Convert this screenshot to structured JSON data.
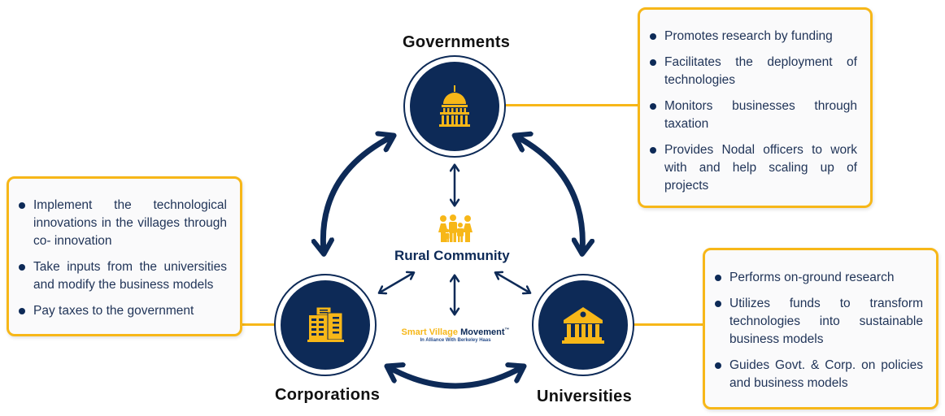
{
  "colors": {
    "navy": "#0d2a57",
    "gold": "#f7b718",
    "box_bg": "#fafafb",
    "text": "#1f3357"
  },
  "nodes": {
    "governments": {
      "label": "Governments",
      "icon": "capitol-building-icon"
    },
    "corporations": {
      "label": "Corporations",
      "icon": "office-buildings-icon"
    },
    "universities": {
      "label": "Universities",
      "icon": "university-columns-icon"
    }
  },
  "center": {
    "label": "Rural Community",
    "icon": "family-icon",
    "brand": {
      "part1": "Smart Village",
      "part2": "Movement",
      "trademark": "™",
      "tagline": "In Alliance With Berkeley Haas"
    }
  },
  "boxes": {
    "governments": {
      "items": [
        "Promotes research by funding",
        "Facilitates the deployment of technologies",
        "Monitors businesses through taxation",
        "Provides Nodal officers to work with and help scaling up of projects"
      ]
    },
    "corporations": {
      "items": [
        "Implement the technological innovations in the villages through co- innovation",
        "Take inputs from the universities and modify the business models",
        "Pay taxes to the government"
      ]
    },
    "universities": {
      "items": [
        "Performs on-ground research",
        "Utilizes funds to transform technologies into sustainable business models",
        "Guides Govt. & Corp. on policies and business models"
      ]
    }
  }
}
